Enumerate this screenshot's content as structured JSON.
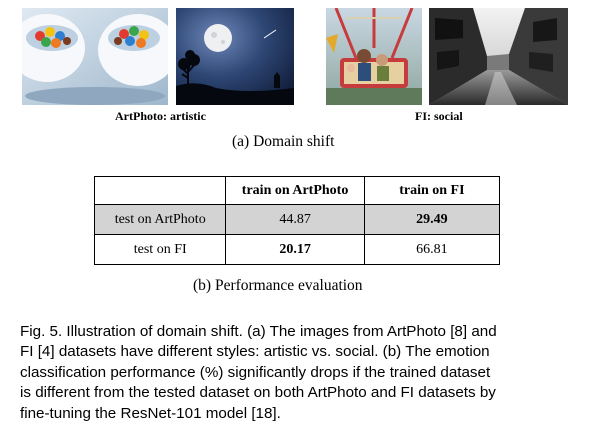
{
  "images": [
    {
      "name": "candy-cups-photo",
      "group": "ArtPhoto"
    },
    {
      "name": "moon-tree-photo",
      "group": "ArtPhoto"
    },
    {
      "name": "family-ride-photo",
      "group": "FI"
    },
    {
      "name": "alley-street-photo",
      "group": "FI"
    }
  ],
  "image_captions": {
    "artphoto": "ArtPhoto: artistic",
    "fi": "FI: social"
  },
  "subcaption_a": "(a)  Domain shift",
  "table": {
    "header": [
      "",
      "train on ArtPhoto",
      "train on FI"
    ],
    "rows": [
      {
        "label": "test on ArtPhoto",
        "values": [
          "44.87",
          "29.49"
        ],
        "bold": [
          false,
          true
        ],
        "shaded": true
      },
      {
        "label": "test on FI",
        "values": [
          "20.17",
          "66.81"
        ],
        "bold": [
          true,
          false
        ],
        "shaded": false
      }
    ]
  },
  "subcaption_b": "(b)  Performance evaluation",
  "figure_caption": {
    "lines": [
      "Fig. 5. Illustration of domain shift. (a) The images from ArtPhoto [8] and",
      "FI [4] datasets have different styles: artistic vs. social. (b) The emotion",
      "classification performance (%) significantly drops if the trained dataset",
      "is different from the tested dataset on both ArtPhoto and FI datasets by",
      "fine-tuning the ResNet-101 model [18]."
    ]
  }
}
